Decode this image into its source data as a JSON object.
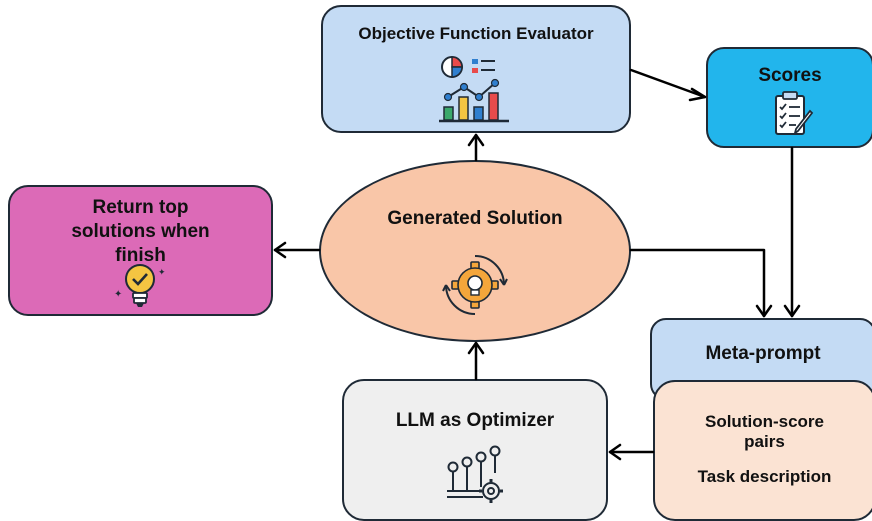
{
  "nodes": {
    "objective": {
      "label": "Objective Function Evaluator",
      "fill": "#c4dbf4"
    },
    "scores": {
      "label": "Scores",
      "fill": "#22b5ec"
    },
    "generated": {
      "label": "Generated Solution",
      "fill": "#f9c6a8"
    },
    "return_top": {
      "label_line1": "Return top",
      "label_line2": "solutions when",
      "label_line3": "finish",
      "fill": "#dc6ab7"
    },
    "meta_prompt": {
      "label": "Meta-prompt",
      "fill": "#c4dbf4"
    },
    "pairs": {
      "label_line1": "Solution-score",
      "label_line2": "pairs",
      "label_line3": "Task description",
      "fill": "#fbe3d3"
    },
    "llm": {
      "label": "LLM as Optimizer",
      "fill": "#efefef"
    }
  },
  "icons": {
    "objective": "chart-analytics-icon",
    "scores": "checklist-report-icon",
    "generated": "gear-lightbulb-icon",
    "return_top": "lightbulb-check-icon",
    "llm": "process-gears-icon"
  },
  "colors": {
    "stroke": "#1f2a36",
    "arrow": "#000000"
  }
}
